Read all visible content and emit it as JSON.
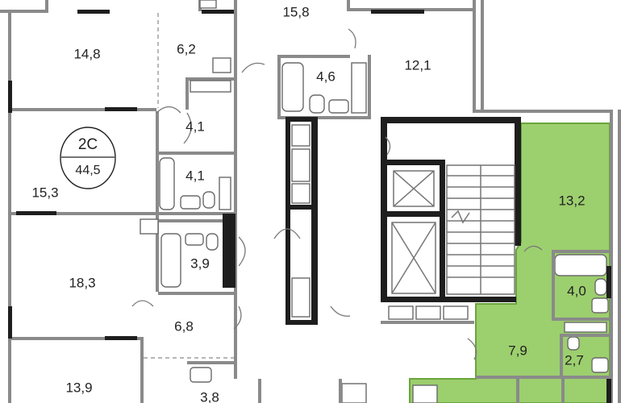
{
  "floor_plan": {
    "colors": {
      "highlight_fill": "#9ccf6e",
      "highlight_edge": "#6aa53c",
      "wall": "#8a8a8a",
      "core_wall": "#1e1e1e"
    },
    "apartment_badge": {
      "code": "2С",
      "area": "44,5"
    },
    "rooms": [
      {
        "id": "r1",
        "area": "15,8"
      },
      {
        "id": "r2",
        "area": "14,8"
      },
      {
        "id": "r3",
        "area": "6,2"
      },
      {
        "id": "r4",
        "area": "4,6"
      },
      {
        "id": "r5",
        "area": "12,1"
      },
      {
        "id": "r6",
        "area": "4,1"
      },
      {
        "id": "r7",
        "area": "4,1"
      },
      {
        "id": "r8",
        "area": "15,3"
      },
      {
        "id": "r9",
        "area": "13,2"
      },
      {
        "id": "r10",
        "area": "18,3"
      },
      {
        "id": "r11",
        "area": "3,9"
      },
      {
        "id": "r12",
        "area": "4,0"
      },
      {
        "id": "r13",
        "area": "6,8"
      },
      {
        "id": "r14",
        "area": "7,9"
      },
      {
        "id": "r15",
        "area": "2,7"
      },
      {
        "id": "r16",
        "area": "13,9"
      },
      {
        "id": "r17",
        "area": "3,8"
      }
    ]
  }
}
